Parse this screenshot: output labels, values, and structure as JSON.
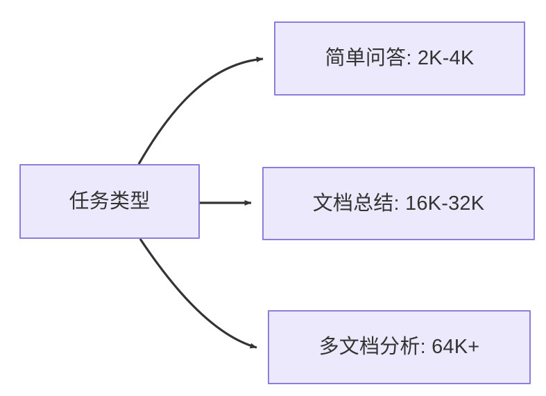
{
  "diagram": {
    "type": "flowchart",
    "direction": "left-to-right",
    "background_color": "#ffffff",
    "node_fill_color": "#ebe9fb",
    "node_border_color": "#8a7ddb",
    "edge_color": "#333333",
    "text_color": "#333333",
    "root": {
      "id": "root",
      "label": "任务类型"
    },
    "children": [
      {
        "id": "child-0",
        "label": "简单问答: 2K-4K",
        "edge_style": "curved",
        "arrow": "arrowhead-icon"
      },
      {
        "id": "child-1",
        "label": "文档总结: 16K-32K",
        "edge_style": "straight",
        "arrow": "arrowhead-icon"
      },
      {
        "id": "child-2",
        "label": "多文档分析: 64K+",
        "edge_style": "curved",
        "arrow": "arrowhead-icon"
      }
    ]
  }
}
